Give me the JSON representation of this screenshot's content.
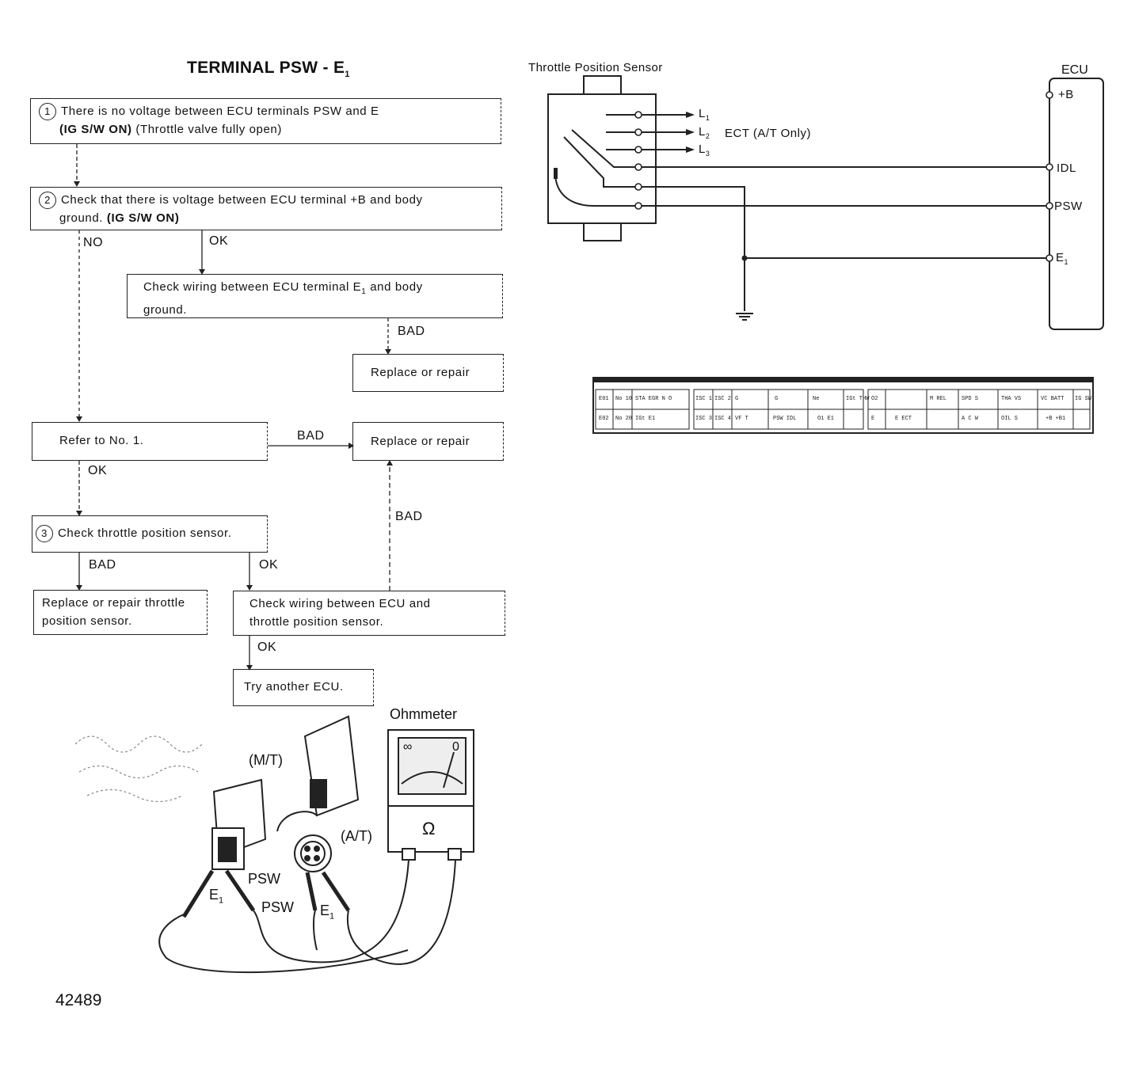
{
  "title": "TERMINAL PSW - E",
  "title_sub": "1",
  "flow": {
    "step1": {
      "num": "1",
      "line1": "There is no voltage between ECU terminals PSW and E",
      "line2_bold": "(IG S/W ON)",
      "line2_rest": " (Throttle valve fully open)"
    },
    "step2": {
      "num": "2",
      "line1": "Check that there is voltage between ECU terminal +B and body",
      "line2_pre": "ground. ",
      "line2_bold": "(IG S/W ON)"
    },
    "check_e1": {
      "line1_pre": "Check wiring between ECU terminal E",
      "line1_sub": "1",
      "line1_post": " and body",
      "line2": "ground."
    },
    "replace1": "Replace or repair",
    "refer": "Refer to No. 1.",
    "replace2": "Replace or repair",
    "step3": {
      "num": "3",
      "text": "Check throttle position sensor."
    },
    "replace_tps": {
      "line1": "Replace or repair throttle",
      "line2": "position sensor."
    },
    "check_wiring": {
      "line1": "Check wiring between ECU and",
      "line2": "throttle position sensor."
    },
    "try_ecu": "Try another ECU.",
    "labels": {
      "no": "NO",
      "ok": "OK",
      "bad": "BAD"
    }
  },
  "schematic": {
    "tps_title": "Throttle Position Sensor",
    "ecu_title": "ECU",
    "left_pins": [
      {
        "name": "L",
        "sub": "1"
      },
      {
        "name": "L",
        "sub": "2"
      },
      {
        "name": "L",
        "sub": "3"
      }
    ],
    "ect_note": "ECT (A/T Only)",
    "ecu_pins": {
      "b": "+B",
      "idl": "IDL",
      "psw": "PSW",
      "e1": "E",
      "e1_sub": "1"
    }
  },
  "connector": {
    "row1": [
      "E01",
      "No 10",
      "STA EGR N O",
      "ISC 1",
      "ISC 2",
      "G",
      "G",
      "Ne",
      "IGt THW",
      "O2",
      "M REL",
      "SPD S",
      "THA VS",
      "VC BATT",
      "IG SW"
    ],
    "row2": [
      "E02",
      "No 20",
      "IGt E1",
      "ISC 3",
      "ISC 4",
      "VF T",
      "PSW IDL",
      "O1 E1",
      "E",
      "E ECT",
      "A C W",
      "OIL S",
      "+B +B1"
    ]
  },
  "photo": {
    "ohmmeter": "Ohmmeter",
    "dial_inf": "∞",
    "dial_zero": "0",
    "omega": "Ω",
    "mt": "(M/T)",
    "at": "(A/T)",
    "psw1": "PSW",
    "psw2": "PSW",
    "e1a": "E",
    "e1b": "E",
    "e1_sub": "1"
  },
  "figure_number": "42489"
}
